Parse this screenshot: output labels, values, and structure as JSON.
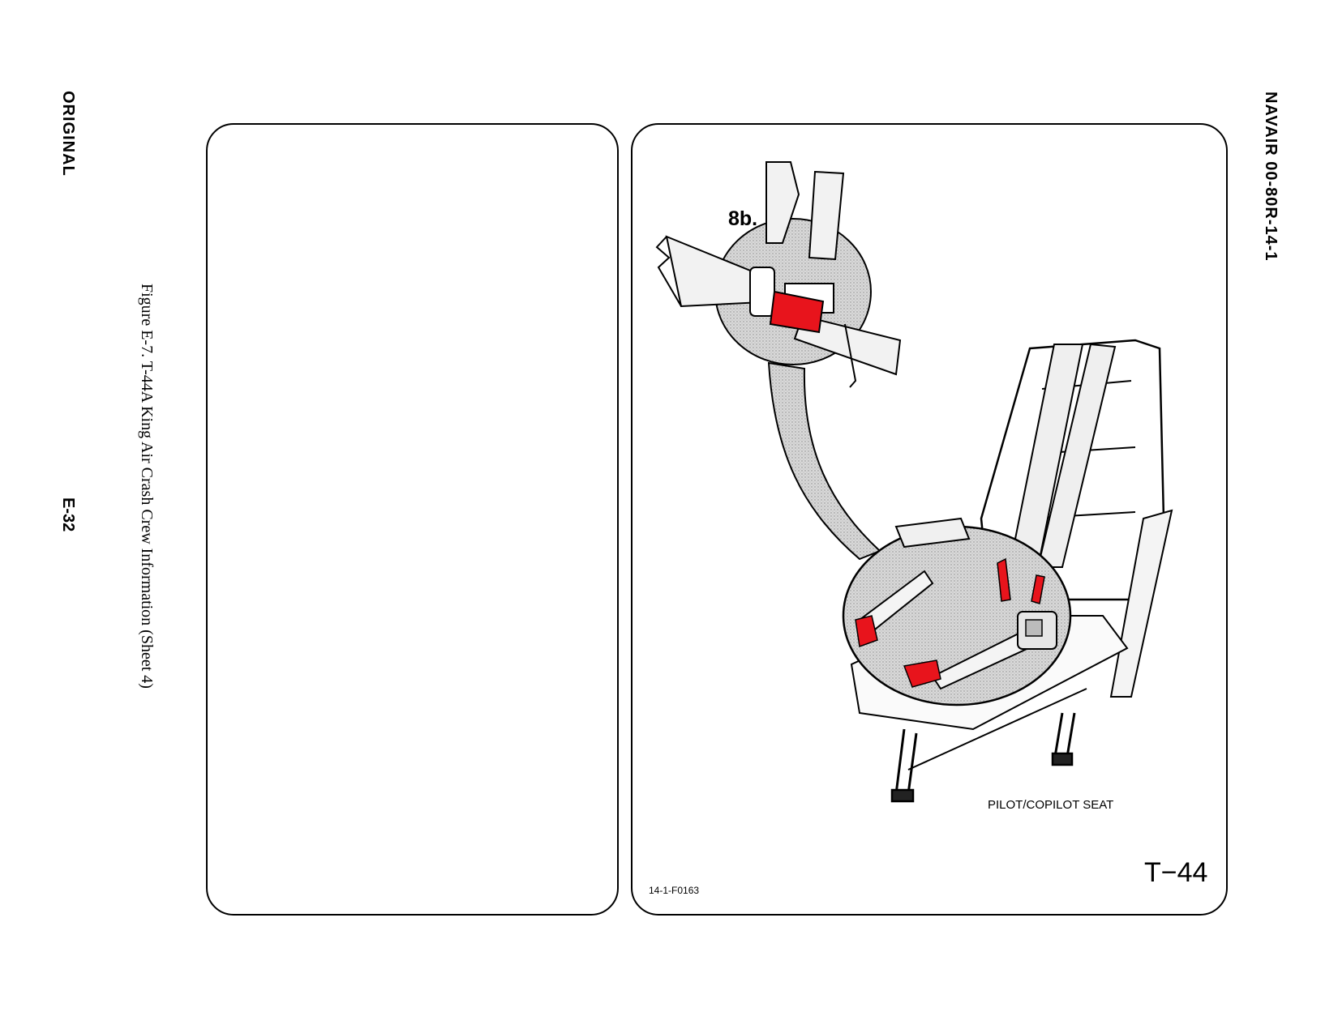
{
  "page": {
    "left_margin_label": "ORIGINAL",
    "page_number": "E-32",
    "caption": "Figure E-7.  T-44A King Air Crash Crew Information (Sheet 4)",
    "document_id": "NAVAIR 00-80R-14-1"
  },
  "illustration": {
    "callout": "8b.",
    "seat_label": "PILOT/COPILOT SEAT",
    "figure_code": "14-1-F0163",
    "aircraft": "T−44",
    "highlight_color": "#e8141c"
  }
}
